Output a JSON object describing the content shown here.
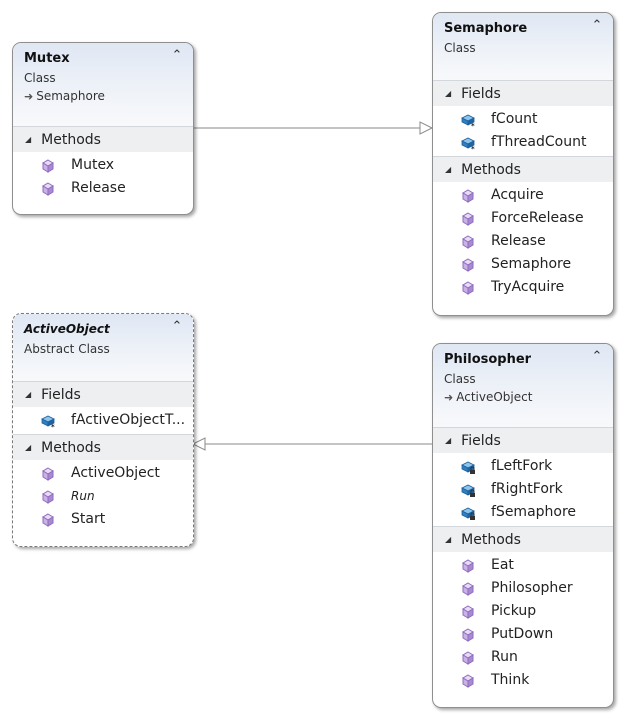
{
  "classes": {
    "mutex": {
      "name": "Mutex",
      "stereotype": "Class",
      "inherits": "Semaphore",
      "sections": {
        "methods": {
          "title": "Methods",
          "items": [
            "Mutex",
            "Release"
          ]
        }
      }
    },
    "semaphore": {
      "name": "Semaphore",
      "stereotype": "Class",
      "sections": {
        "fields": {
          "title": "Fields",
          "items": [
            "fCount",
            "fThreadCount"
          ]
        },
        "methods": {
          "title": "Methods",
          "items": [
            "Acquire",
            "ForceRelease",
            "Release",
            "Semaphore",
            "TryAcquire"
          ]
        }
      }
    },
    "activeobject": {
      "name": "ActiveObject",
      "stereotype": "Abstract Class",
      "sections": {
        "fields": {
          "title": "Fields",
          "items": [
            "fActiveObjectT..."
          ]
        },
        "methods": {
          "title": "Methods",
          "items": [
            "ActiveObject",
            "Run",
            "Start"
          ]
        }
      }
    },
    "philosopher": {
      "name": "Philosopher",
      "stereotype": "Class",
      "inherits": "ActiveObject",
      "sections": {
        "fields": {
          "title": "Fields",
          "items": [
            "fLeftFork",
            "fRightFork",
            "fSemaphore"
          ]
        },
        "methods": {
          "title": "Methods",
          "items": [
            "Eat",
            "Philosopher",
            "Pickup",
            "PutDown",
            "Run",
            "Think"
          ]
        }
      }
    }
  },
  "icons": {
    "method": "method-cube-icon",
    "static_field": "static-field-icon",
    "private_field": "private-field-lock-icon",
    "collapse": "double-chevron-up-icon",
    "expand_section": "triangle-down-icon",
    "inherits": "inheritance-arrow-icon"
  },
  "colors": {
    "header_gradient_top": "#dfe7f4",
    "border": "#8f8f8f",
    "section_bg": "#eeeff1",
    "method_icon": "#a07fc8",
    "field_icon": "#3a86c8",
    "connector": "#8a8a8a"
  }
}
